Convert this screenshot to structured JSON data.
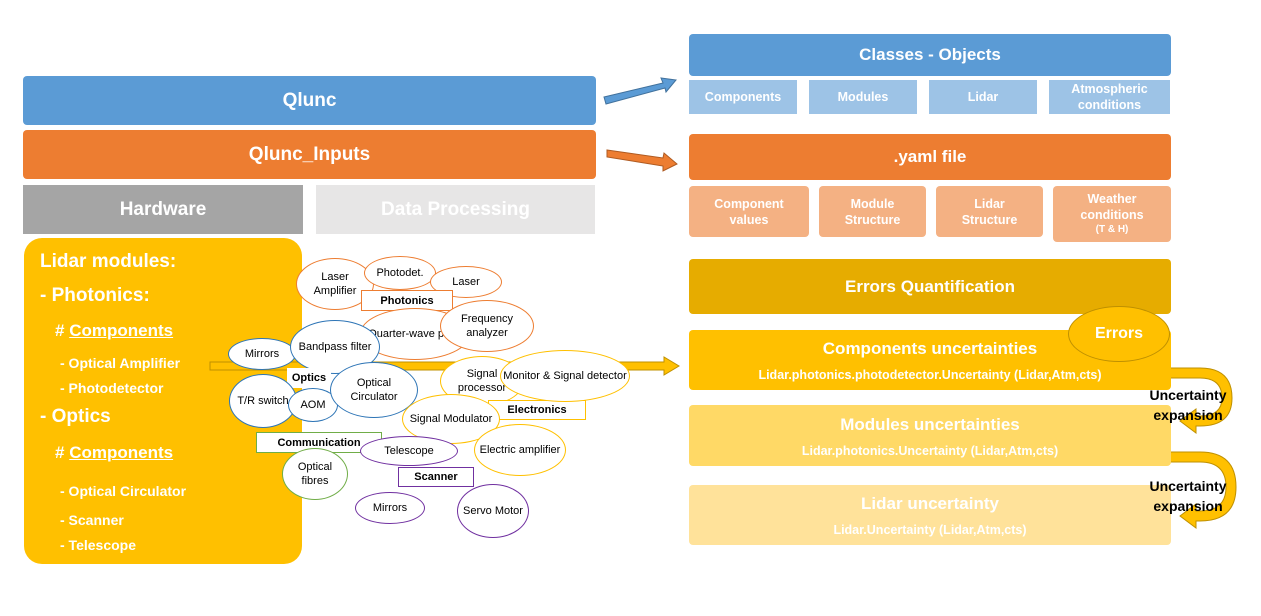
{
  "left": {
    "qlunc": "Qlunc",
    "qlunc_inputs": "Qlunc_Inputs",
    "hardware": "Hardware",
    "data_processing": "Data Processing",
    "lidar_modules": {
      "title": "Lidar modules:",
      "photonics": "- Photonics:",
      "photonics_hash": "#",
      "photonics_components": "Components",
      "optical_amplifier": "- Optical Amplifier",
      "photodetector": "-  Photodetector",
      "optics": "- Optics",
      "optics_hash": "#",
      "optics_components": "Components",
      "optical_circulator": "- Optical Circulator",
      "scanner": "-  Scanner",
      "telescope": "-  Telescope"
    }
  },
  "cloud": {
    "photonics_label": "Photonics",
    "optics_label": "Optics",
    "electronics_label": "Electronics",
    "communication_label": "Communication",
    "scanner_label": "Scanner",
    "laser_amplifier": "Laser Amplifier",
    "photodet": "Photodet.",
    "laser": "Laser",
    "quarter_wave": "Quarter-wave plate",
    "frequency_analyzer": "Frequency analyzer",
    "mirrors_left": "Mirrors",
    "bandpass": "Bandpass filter",
    "tr_switch": "T/R switch",
    "aom": "AOM",
    "optical_circulator": "Optical Circulator",
    "signal_processor": "Signal processor",
    "monitor": "Monitor & Signal detector",
    "signal_modulator": "Signal Modulator",
    "electric_amplifier": "Electric amplifier",
    "telescope": "Telescope",
    "optical_fibres": "Optical fibres",
    "mirrors_bottom": "Mirrors",
    "servo_motor": "Servo Motor"
  },
  "right": {
    "classes_objects": "Classes - Objects",
    "classes_items": [
      "Components",
      "Modules",
      "Lidar",
      "Atmospheric conditions"
    ],
    "yaml_file": ".yaml file",
    "yaml_items": [
      "Component values",
      "Module Structure",
      "Lidar Structure",
      "Weather conditions"
    ],
    "yaml_th": "(T & H)",
    "errors_quantification": "Errors Quantification",
    "errors": "Errors",
    "components_unc_title": "Components uncertainties",
    "components_unc_code": "Lidar.photonics.photodetector.Uncertainty (Lidar,Atm,cts)",
    "modules_unc_title": "Modules uncertainties",
    "modules_unc_code": "Lidar.photonics.Uncertainty (Lidar,Atm,cts)",
    "lidar_unc_title": "Lidar uncertainty",
    "lidar_unc_code": "Lidar.Uncertainty (Lidar,Atm,cts)",
    "expansion_1": "Uncertainty expansion",
    "expansion_2": "Uncertainty expansion"
  },
  "colors": {
    "blue": "#5b9bd5",
    "blue_light": "#9dc3e6",
    "orange": "#ed7d31",
    "orange_light": "#f4b183",
    "gray": "#a5a5a5",
    "gray_light": "#e7e6e6",
    "gold": "#e6ac00",
    "yellow": "#ffc000",
    "yellow_light": "#ffd966",
    "yellow_lighter": "#ffe29a"
  }
}
